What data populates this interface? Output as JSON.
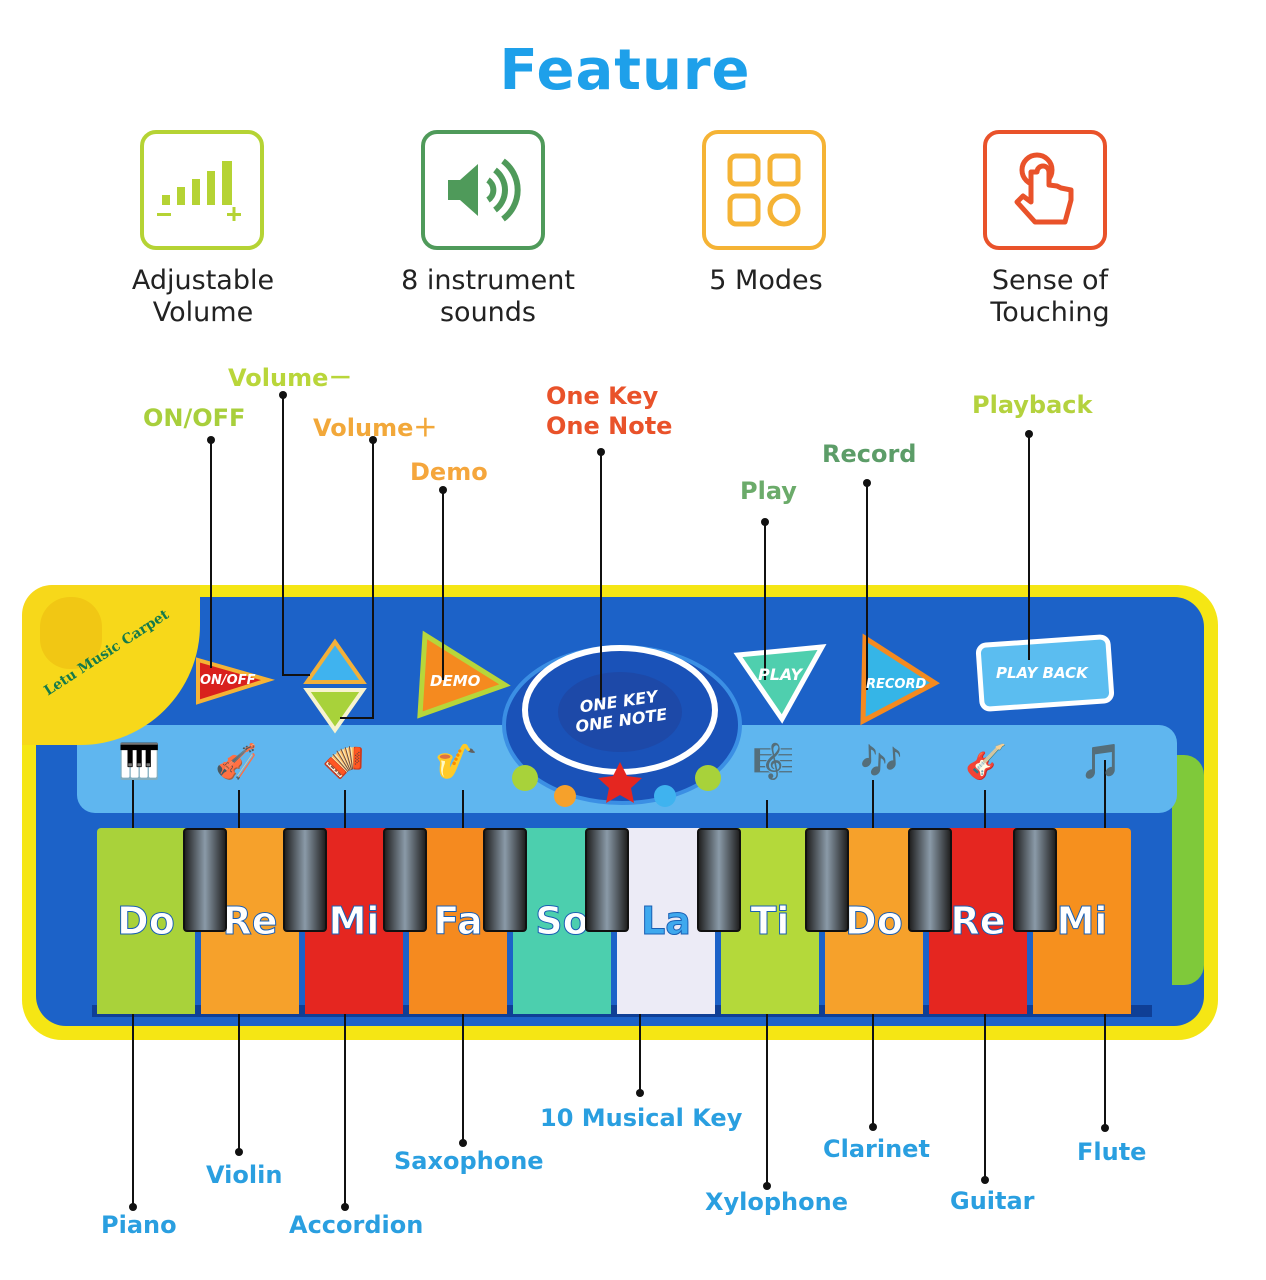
{
  "title": "Feature",
  "features": [
    {
      "label": "Adjustable Volume",
      "icon": "volume-bars-icon",
      "color": "#b5d334"
    },
    {
      "label": "8 instrument sounds",
      "icon": "speaker-icon",
      "color": "#4f9a5a"
    },
    {
      "label": "5 Modes",
      "icon": "grid-modes-icon",
      "color": "#f5b335"
    },
    {
      "label": "Sense of Touching",
      "icon": "touch-hand-icon",
      "color": "#e9522a"
    }
  ],
  "top_callouts": [
    {
      "label": "ON/OFF",
      "color": "#a8cf3c"
    },
    {
      "label": "Volume－",
      "color": "#b9d63a"
    },
    {
      "label": "Volume＋",
      "color": "#f2a83a"
    },
    {
      "label": "Demo",
      "color": "#f5a63c"
    },
    {
      "label": "One Key",
      "label2": "One Note",
      "color": "#e9522a"
    },
    {
      "label": "Play",
      "color": "#6bab6a"
    },
    {
      "label": "Record",
      "color": "#5c9d68"
    },
    {
      "label": "Playback",
      "color": "#b4d23e"
    }
  ],
  "bottom_callouts": [
    "Piano",
    "Violin",
    "Accordion",
    "Saxophone",
    "10 Musical Key",
    "Xylophone",
    "Clarinet",
    "Guitar",
    "Flute"
  ],
  "mat": {
    "brand": "Letu Music Carpet",
    "buttons": {
      "on_off": "ON/OFF",
      "demo": "DEMO",
      "center": "ONE KEY ONE NOTE",
      "play": "PLAY",
      "record": "RECORD",
      "playback": "PLAY BACK"
    },
    "keys": [
      {
        "note": "Do",
        "color": "#a9d23a"
      },
      {
        "note": "Re",
        "color": "#f6a12b"
      },
      {
        "note": "Mi",
        "color": "#e52620"
      },
      {
        "note": "Fa",
        "color": "#f58a1f"
      },
      {
        "note": "So",
        "color": "#4ccfae"
      },
      {
        "note": "La",
        "color": "#ecebf6"
      },
      {
        "note": "Ti",
        "color": "#b4d93a"
      },
      {
        "note": "Do",
        "color": "#f6a12b"
      },
      {
        "note": "Re",
        "color": "#e52620"
      },
      {
        "note": "Mi",
        "color": "#f6901e"
      }
    ]
  }
}
